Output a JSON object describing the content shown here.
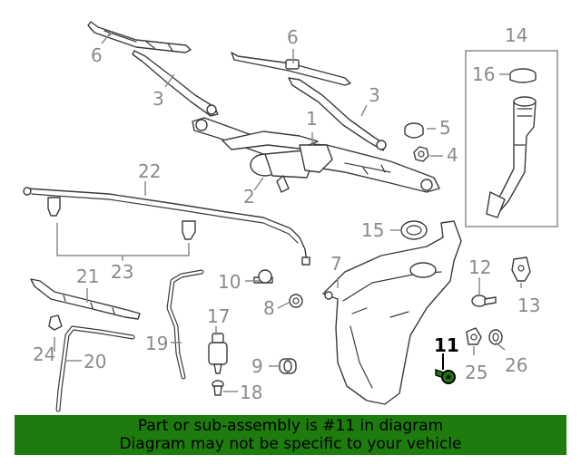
{
  "diagram": {
    "callouts": [
      "1",
      "2",
      "3",
      "3",
      "4",
      "5",
      "6",
      "6",
      "7",
      "8",
      "9",
      "10",
      "11",
      "12",
      "13",
      "14",
      "15",
      "16",
      "17",
      "18",
      "19",
      "20",
      "21",
      "22",
      "23",
      "24",
      "25",
      "26"
    ],
    "highlight_color": "#000000",
    "label_color": "#8a8a8a"
  },
  "banner": {
    "line1": "Part or sub-assembly is #11 in diagram",
    "line2": "Diagram may not be specific to your vehicle",
    "background": "#1e7b0d"
  }
}
